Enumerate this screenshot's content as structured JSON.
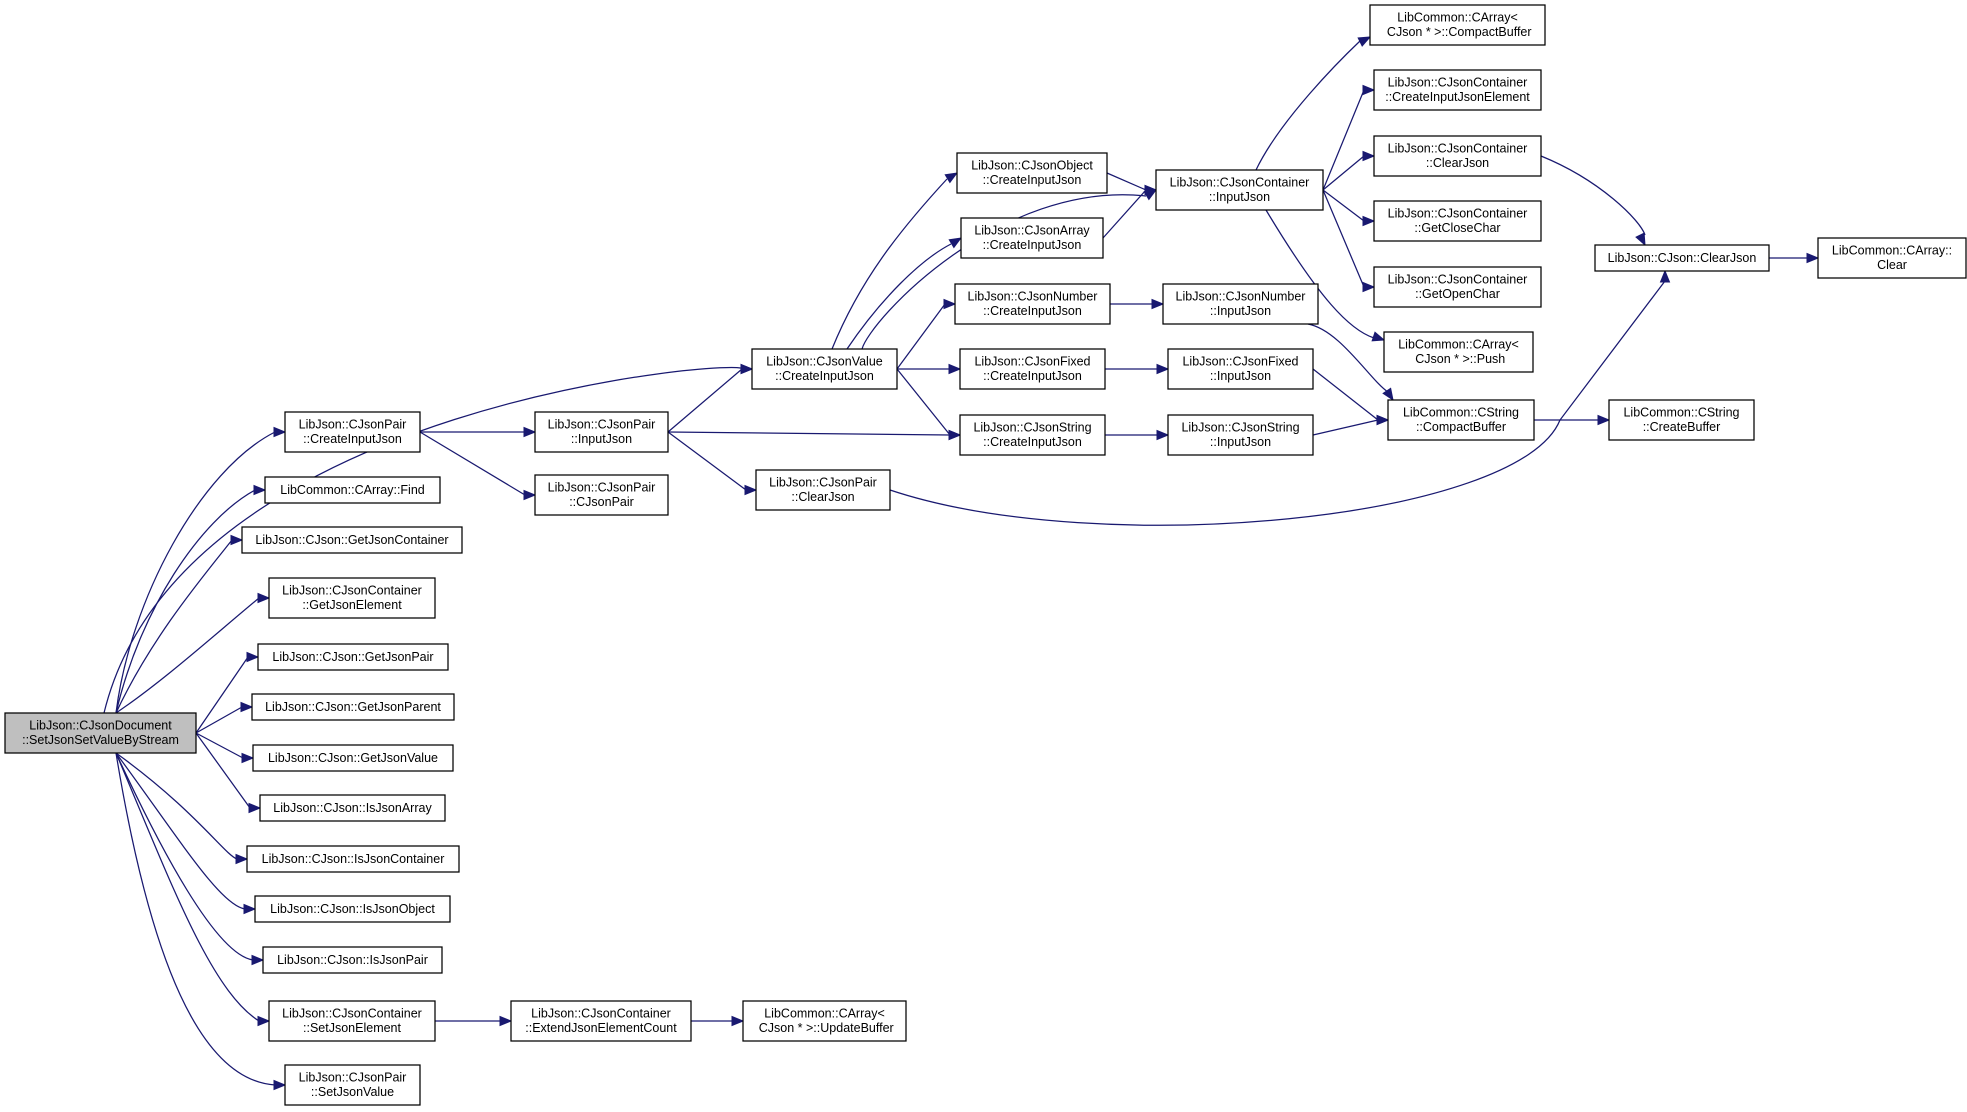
{
  "diagram": {
    "nodes": [
      {
        "id": "root",
        "lines": [
          "LibJson::CJsonDocument",
          "::SetJsonSetValueByStream"
        ],
        "highlight": true
      },
      {
        "id": "pair_create",
        "lines": [
          "LibJson::CJsonPair",
          "::CreateInputJson"
        ]
      },
      {
        "id": "array_find",
        "lines": [
          "LibCommon::CArray::Find"
        ]
      },
      {
        "id": "get_container",
        "lines": [
          "LibJson::CJson::GetJsonContainer"
        ]
      },
      {
        "id": "get_element",
        "lines": [
          "LibJson::CJsonContainer",
          "::GetJsonElement"
        ]
      },
      {
        "id": "get_pair",
        "lines": [
          "LibJson::CJson::GetJsonPair"
        ]
      },
      {
        "id": "get_parent",
        "lines": [
          "LibJson::CJson::GetJsonParent"
        ]
      },
      {
        "id": "get_value",
        "lines": [
          "LibJson::CJson::GetJsonValue"
        ]
      },
      {
        "id": "is_array",
        "lines": [
          "LibJson::CJson::IsJsonArray"
        ]
      },
      {
        "id": "is_container",
        "lines": [
          "LibJson::CJson::IsJsonContainer"
        ]
      },
      {
        "id": "is_object",
        "lines": [
          "LibJson::CJson::IsJsonObject"
        ]
      },
      {
        "id": "is_pair",
        "lines": [
          "LibJson::CJson::IsJsonPair"
        ]
      },
      {
        "id": "set_element",
        "lines": [
          "LibJson::CJsonContainer",
          "::SetJsonElement"
        ]
      },
      {
        "id": "set_value",
        "lines": [
          "LibJson::CJsonPair",
          "::SetJsonValue"
        ]
      },
      {
        "id": "pair_input",
        "lines": [
          "LibJson::CJsonPair",
          "::InputJson"
        ]
      },
      {
        "id": "pair_ctor",
        "lines": [
          "LibJson::CJsonPair",
          "::CJsonPair"
        ]
      },
      {
        "id": "value_create",
        "lines": [
          "LibJson::CJsonValue",
          "::CreateInputJson"
        ]
      },
      {
        "id": "pair_clear",
        "lines": [
          "LibJson::CJsonPair",
          "::ClearJson"
        ]
      },
      {
        "id": "extend_count",
        "lines": [
          "LibJson::CJsonContainer",
          "::ExtendJsonElementCount"
        ]
      },
      {
        "id": "update_buffer",
        "lines": [
          "LibCommon::CArray<",
          " CJson * >::UpdateBuffer"
        ]
      },
      {
        "id": "object_create",
        "lines": [
          "LibJson::CJsonObject",
          "::CreateInputJson"
        ]
      },
      {
        "id": "array_create",
        "lines": [
          "LibJson::CJsonArray",
          "::CreateInputJson"
        ]
      },
      {
        "id": "number_create",
        "lines": [
          "LibJson::CJsonNumber",
          "::CreateInputJson"
        ]
      },
      {
        "id": "fixed_create",
        "lines": [
          "LibJson::CJsonFixed",
          "::CreateInputJson"
        ]
      },
      {
        "id": "string_create",
        "lines": [
          "LibJson::CJsonString",
          "::CreateInputJson"
        ]
      },
      {
        "id": "container_input",
        "lines": [
          "LibJson::CJsonContainer",
          "::InputJson"
        ]
      },
      {
        "id": "number_input",
        "lines": [
          "LibJson::CJsonNumber",
          "::InputJson"
        ]
      },
      {
        "id": "fixed_input",
        "lines": [
          "LibJson::CJsonFixed",
          "::InputJson"
        ]
      },
      {
        "id": "string_input",
        "lines": [
          "LibJson::CJsonString",
          "::InputJson"
        ]
      },
      {
        "id": "compact_buffer_arr",
        "lines": [
          "LibCommon::CArray<",
          " CJson * >::CompactBuffer"
        ]
      },
      {
        "id": "create_input_element",
        "lines": [
          "LibJson::CJsonContainer",
          "::CreateInputJsonElement"
        ]
      },
      {
        "id": "container_clear",
        "lines": [
          "LibJson::CJsonContainer",
          "::ClearJson"
        ]
      },
      {
        "id": "get_close_char",
        "lines": [
          "LibJson::CJsonContainer",
          "::GetCloseChar"
        ]
      },
      {
        "id": "get_open_char",
        "lines": [
          "LibJson::CJsonContainer",
          "::GetOpenChar"
        ]
      },
      {
        "id": "array_push",
        "lines": [
          "LibCommon::CArray<",
          " CJson * >::Push"
        ]
      },
      {
        "id": "cstring_compact",
        "lines": [
          "LibCommon::CString",
          "::CompactBuffer"
        ]
      },
      {
        "id": "cjson_clear",
        "lines": [
          "LibJson::CJson::ClearJson"
        ]
      },
      {
        "id": "cstring_create_buffer",
        "lines": [
          "LibCommon::CString",
          "::CreateBuffer"
        ]
      },
      {
        "id": "carray_clear",
        "lines": [
          "LibCommon::CArray::",
          "Clear"
        ]
      }
    ],
    "edges": [
      {
        "from": "root",
        "to": "pair_create"
      },
      {
        "from": "root",
        "to": "array_find"
      },
      {
        "from": "root",
        "to": "get_container"
      },
      {
        "from": "root",
        "to": "get_element"
      },
      {
        "from": "root",
        "to": "get_pair"
      },
      {
        "from": "root",
        "to": "get_parent"
      },
      {
        "from": "root",
        "to": "get_value"
      },
      {
        "from": "root",
        "to": "is_array"
      },
      {
        "from": "root",
        "to": "is_container"
      },
      {
        "from": "root",
        "to": "is_object"
      },
      {
        "from": "root",
        "to": "is_pair"
      },
      {
        "from": "root",
        "to": "set_element"
      },
      {
        "from": "root",
        "to": "set_value"
      },
      {
        "from": "root",
        "to": "value_create"
      },
      {
        "from": "pair_create",
        "to": "pair_input"
      },
      {
        "from": "pair_create",
        "to": "pair_ctor"
      },
      {
        "from": "pair_input",
        "to": "value_create"
      },
      {
        "from": "pair_input",
        "to": "string_create"
      },
      {
        "from": "pair_input",
        "to": "pair_clear"
      },
      {
        "from": "pair_clear",
        "to": "cjson_clear"
      },
      {
        "from": "set_element",
        "to": "extend_count"
      },
      {
        "from": "extend_count",
        "to": "update_buffer"
      },
      {
        "from": "value_create",
        "to": "object_create"
      },
      {
        "from": "value_create",
        "to": "array_create"
      },
      {
        "from": "value_create",
        "to": "number_create"
      },
      {
        "from": "value_create",
        "to": "fixed_create"
      },
      {
        "from": "value_create",
        "to": "string_create"
      },
      {
        "from": "value_create",
        "to": "container_input"
      },
      {
        "from": "object_create",
        "to": "container_input"
      },
      {
        "from": "array_create",
        "to": "container_input"
      },
      {
        "from": "number_create",
        "to": "number_input"
      },
      {
        "from": "fixed_create",
        "to": "fixed_input"
      },
      {
        "from": "string_create",
        "to": "string_input"
      },
      {
        "from": "container_input",
        "to": "compact_buffer_arr"
      },
      {
        "from": "container_input",
        "to": "create_input_element"
      },
      {
        "from": "container_input",
        "to": "container_clear"
      },
      {
        "from": "container_input",
        "to": "get_close_char"
      },
      {
        "from": "container_input",
        "to": "get_open_char"
      },
      {
        "from": "container_input",
        "to": "array_push"
      },
      {
        "from": "number_input",
        "to": "cstring_compact"
      },
      {
        "from": "fixed_input",
        "to": "cstring_compact"
      },
      {
        "from": "string_input",
        "to": "cstring_compact"
      },
      {
        "from": "container_clear",
        "to": "cjson_clear"
      },
      {
        "from": "cstring_compact",
        "to": "cstring_create_buffer"
      },
      {
        "from": "cjson_clear",
        "to": "carray_clear"
      }
    ]
  }
}
